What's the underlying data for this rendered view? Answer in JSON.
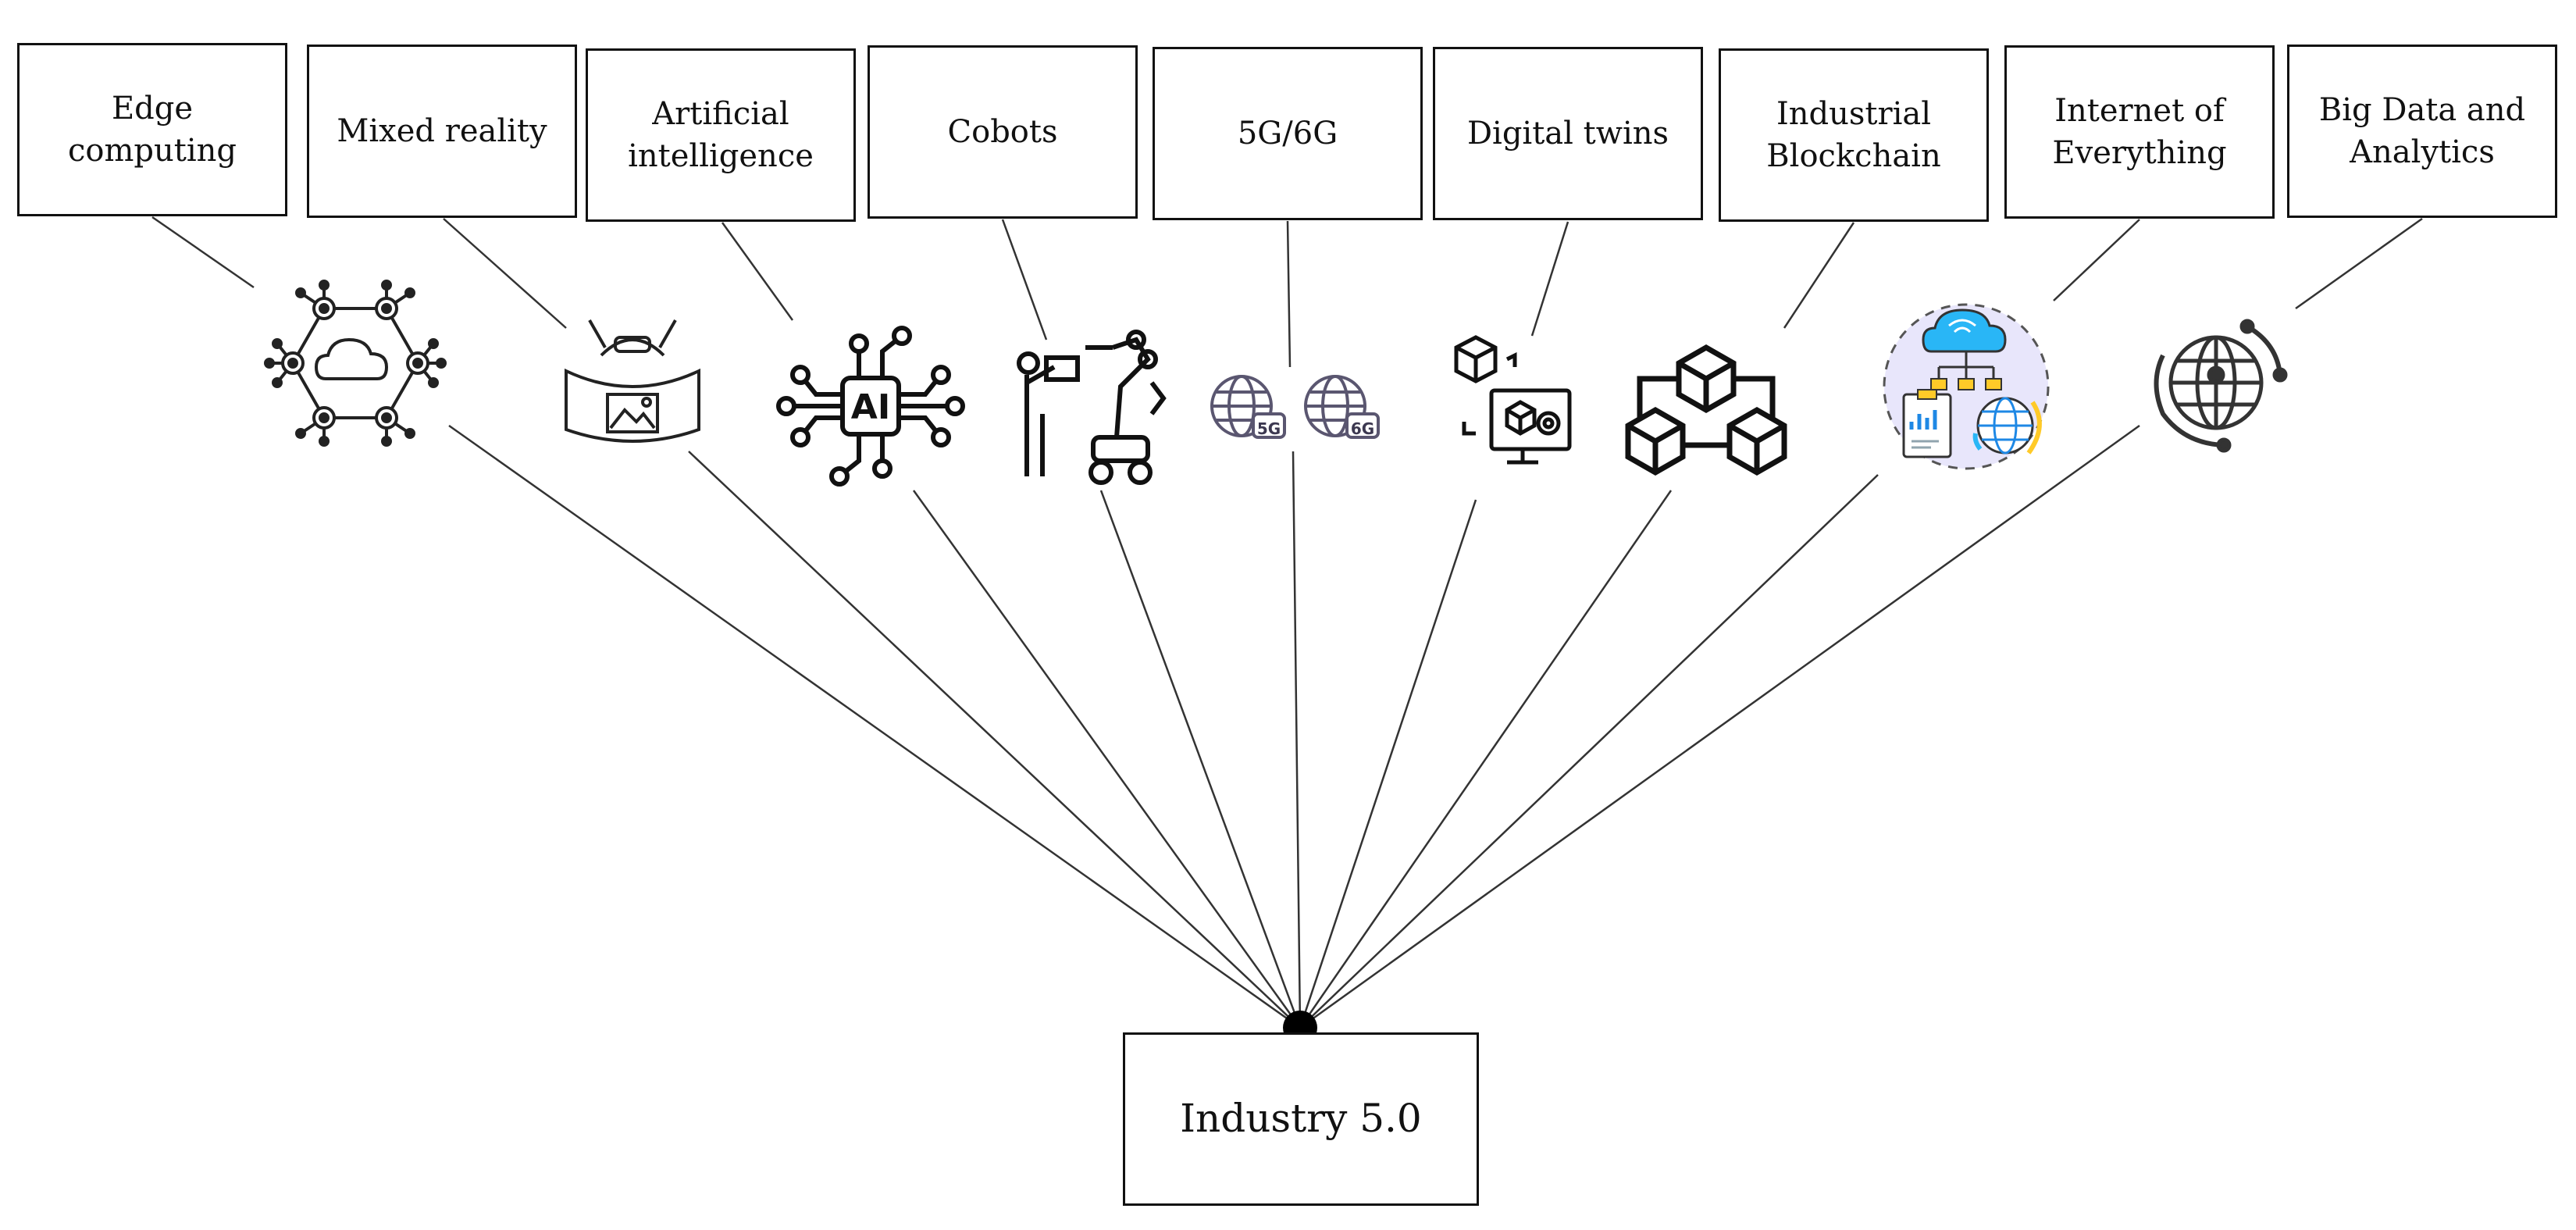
{
  "root": {
    "label": "Industry 5.0"
  },
  "technologies": [
    {
      "label": "Edge\ncomputing",
      "icon": "edge-cloud-network-icon"
    },
    {
      "label": "Mixed reality",
      "icon": "mixed-reality-headset-icon"
    },
    {
      "label": "Artificial\nintelligence",
      "icon": "ai-chip-icon"
    },
    {
      "label": "Cobots",
      "icon": "cobot-robot-arm-icon"
    },
    {
      "label": "5G/6G",
      "icon": "5g-6g-globe-icon",
      "badges": [
        "5G",
        "6G"
      ]
    },
    {
      "label": "Digital twins",
      "icon": "digital-twin-monitor-icon"
    },
    {
      "label": "Industrial\nBlockchain",
      "icon": "blockchain-cubes-icon"
    },
    {
      "label": "Internet of\nEverything",
      "icon": "iot-cloud-analytics-icon"
    },
    {
      "label": "Big Data and\nAnalytics",
      "icon": "globe-orbit-icon"
    }
  ],
  "colors": {
    "line": "#333333",
    "box_border": "#111111",
    "hub": "#000000",
    "iot_accent": "#22aaee",
    "iot_bg": "#e8e6fb"
  }
}
